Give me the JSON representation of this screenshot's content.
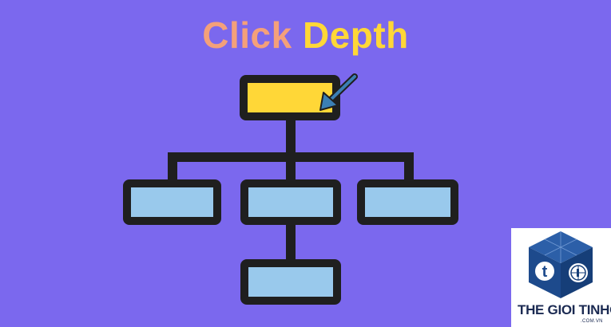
{
  "title": {
    "word1": "Click",
    "word2": "Depth"
  },
  "colors": {
    "background": "#7b68ee",
    "root_node": "#ffd737",
    "child_node": "#99c9ec",
    "outline": "#1f1f1f",
    "arrow": "#3b7fb5",
    "title_word1": "#f4a07a",
    "title_word2": "#ffd737"
  },
  "diagram": {
    "nodes": [
      {
        "id": "root",
        "level": 0,
        "label": ""
      },
      {
        "id": "child-left",
        "level": 1,
        "label": ""
      },
      {
        "id": "child-middle",
        "level": 1,
        "label": ""
      },
      {
        "id": "child-right",
        "level": 1,
        "label": ""
      },
      {
        "id": "grandchild",
        "level": 2,
        "label": ""
      }
    ],
    "edges": [
      {
        "from": "root",
        "to": "child-left"
      },
      {
        "from": "root",
        "to": "child-middle"
      },
      {
        "from": "root",
        "to": "child-right"
      },
      {
        "from": "child-middle",
        "to": "grandchild"
      }
    ],
    "cursor_target": "root"
  },
  "watermark": {
    "brand_part1": "THE GIOI ",
    "brand_part2": "TINHOC",
    "domain": ".COM.VN",
    "logo_icon": "cube-logo-icon"
  }
}
